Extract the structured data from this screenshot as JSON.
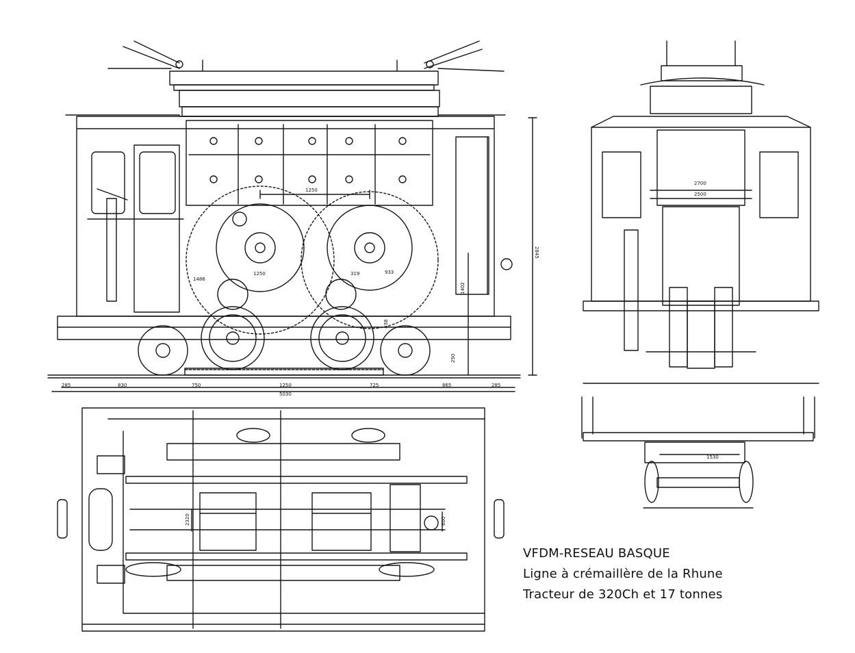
{
  "title": {
    "line1": "VFDM-RESEAU BASQUE",
    "line2": "Ligne à crémaillère de la Rhune",
    "line3": "Tracteur de 320Ch et 17 tonnes"
  },
  "side_view": {
    "dimensions": {
      "gear_centres": "1250",
      "total_height": "2845",
      "rail_height": "250",
      "mid_height": "1402",
      "wheel_r_left": "1250",
      "wheel_r_right": "319",
      "gear_small": "1486",
      "gear_small2": "933",
      "rack_height": "438"
    },
    "bottom_dims": [
      "285",
      "830",
      "750",
      "1250",
      "725",
      "865",
      "285"
    ],
    "overall_length": "5030"
  },
  "end_view": {
    "dimensions": {
      "upper_width": "2700",
      "lower_width": "2500"
    }
  },
  "end_section": {
    "dimensions": {
      "gauge": "1530"
    }
  },
  "plan_view": {
    "dimensions": {
      "axle_a": "2320",
      "axle_b": "600"
    }
  },
  "colors": {
    "ink": "#151515",
    "paper": "#ffffff"
  }
}
